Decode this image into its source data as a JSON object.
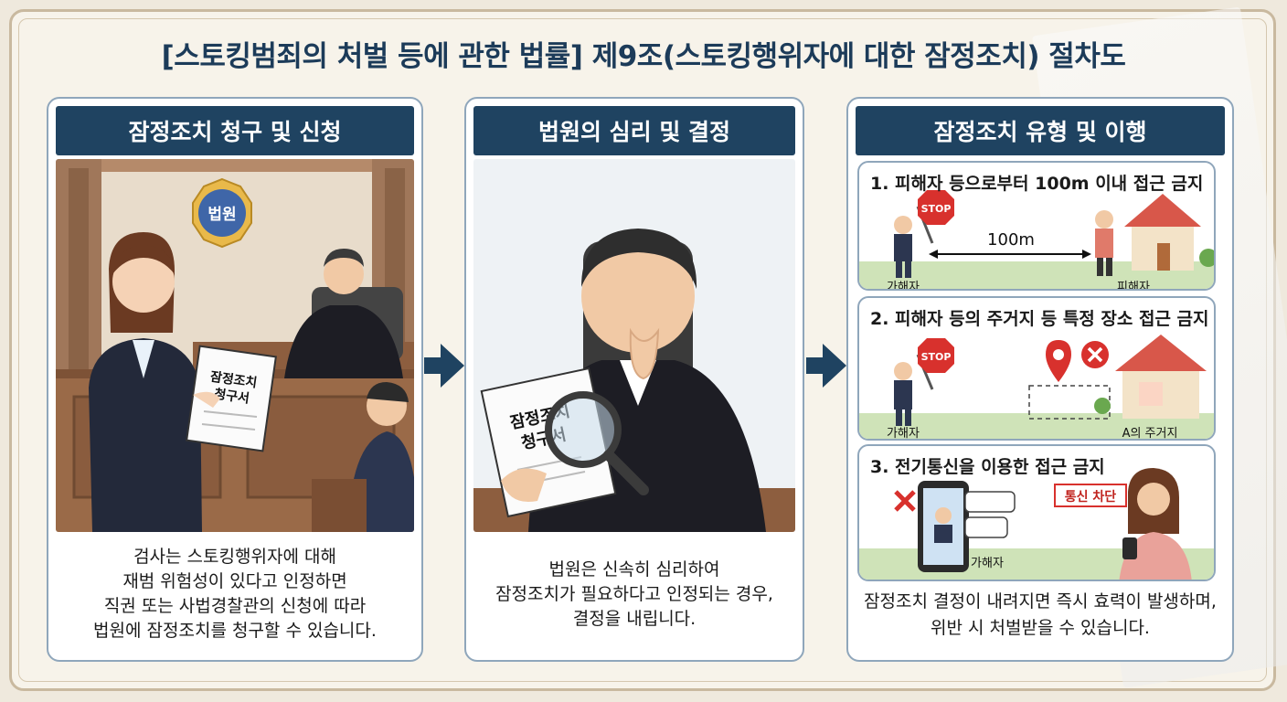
{
  "title": "[스토킹범죄의 처벌 등에 관한 법률] 제9조(스토킹행위자에 대한 잠정조치) 절차도",
  "colors": {
    "header_bg": "#1f4361",
    "title": "#1c3b59",
    "border": "#8fa6bb"
  },
  "panels": [
    {
      "header": "잠정조치 청구 및 신청",
      "emblem": "법원",
      "document_lines": [
        "잠정조치",
        "청구서"
      ],
      "caption_lines": [
        "검사는 스토킹행위자에 대해",
        "재범 위험성이 있다고 인정하면",
        "직권 또는 사법경찰관의 신청에 따라",
        "법원에 잠정조치를 청구할 수 있습니다."
      ]
    },
    {
      "header": "법원의 심리 및 결정",
      "document_lines": [
        "잠정조치",
        "청구서"
      ],
      "caption_lines": [
        "법원은 신속히 심리하여",
        "잠정조치가 필요하다고 인정되는 경우,",
        "결정을 내립니다."
      ]
    },
    {
      "header": "잠정조치 유형 및 이행",
      "types": [
        {
          "title": "1. 피해자 등으로부터 100m 이내 접근 금지",
          "distance": "100m",
          "sign": "STOP",
          "left_label": "가해자",
          "right_label": "피해자"
        },
        {
          "title": "2. 피해자 등의 주거지 등 특정 장소 접근 금지",
          "sign": "STOP",
          "left_label": "가해자",
          "right_label": "A의 주거지"
        },
        {
          "title": "3. 전기통신을 이용한 접근 금지",
          "block_label": "통신 차단",
          "left_label": "가해자"
        }
      ],
      "caption_lines": [
        "잠정조치 결정이 내려지면 즉시 효력이 발생하며,",
        "위반 시 처벌받을 수 있습니다."
      ]
    }
  ]
}
